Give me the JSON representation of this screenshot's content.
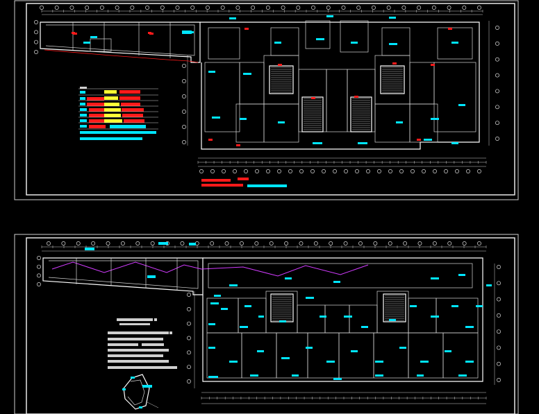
{
  "colors": {
    "background": "#000000",
    "line_white": "#ffffff",
    "annotation_cyan": "#00e5ff",
    "annotation_red": "#ff1a1a",
    "annotation_yellow": "#ffff33",
    "annotation_gray": "#cfcfcf",
    "profile_magenta": "#d23cff"
  },
  "sheets": [
    {
      "id": "upper",
      "content": "floor-plan",
      "legend": {
        "rows": 11,
        "colors": [
          "cyan",
          "red",
          "yellow",
          "white"
        ]
      },
      "axis_marker_count_top": 30
    },
    {
      "id": "lower",
      "content": "floor-plan-with-roof-profile",
      "legend": {
        "rows": 9,
        "colors": [
          "gray"
        ]
      },
      "axis_marker_count_top": 30
    }
  ]
}
